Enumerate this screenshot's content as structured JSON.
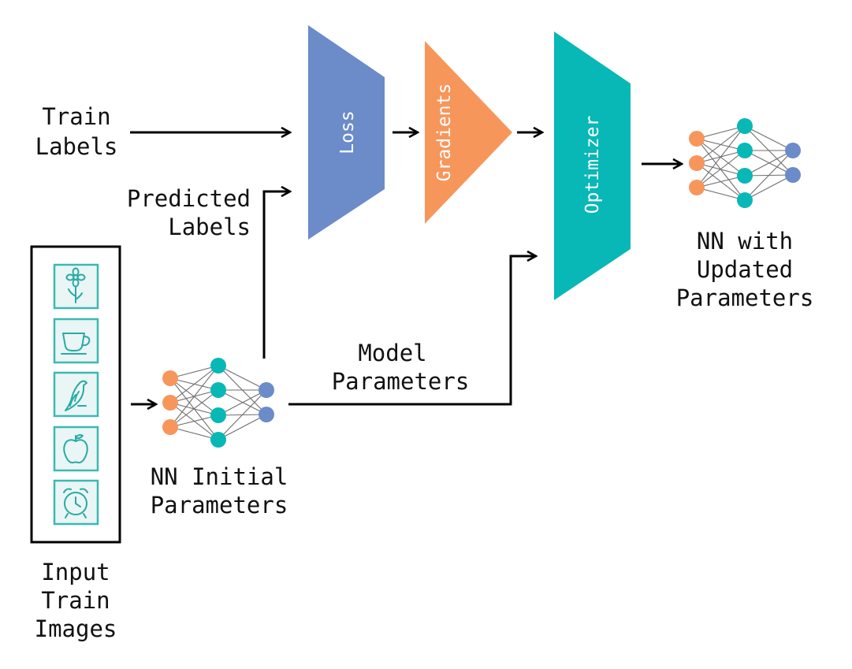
{
  "labels": {
    "train_labels": [
      "Train",
      "Labels"
    ],
    "predicted_labels": [
      "Predicted",
      "Labels"
    ],
    "model_parameters": [
      "Model",
      "Parameters"
    ],
    "nn_initial": [
      "NN Initial",
      "Parameters"
    ],
    "nn_updated": [
      "NN with",
      "Updated",
      "Parameters"
    ],
    "input_images": [
      "Input",
      "Train",
      "Images"
    ]
  },
  "stages": {
    "loss": "Loss",
    "gradients": "Gradients",
    "optimizer": "Optimizer"
  },
  "image_icons": [
    "flower-icon",
    "cup-icon",
    "bird-icon",
    "apple-icon",
    "alarm-clock-icon"
  ],
  "colors": {
    "loss": "#6b8bc9",
    "gradients": "#f7965b",
    "optimizer": "#07b8b6",
    "input_node": "#f7965b",
    "hidden_node": "#07b8b6",
    "output_node": "#6b8bc9"
  }
}
